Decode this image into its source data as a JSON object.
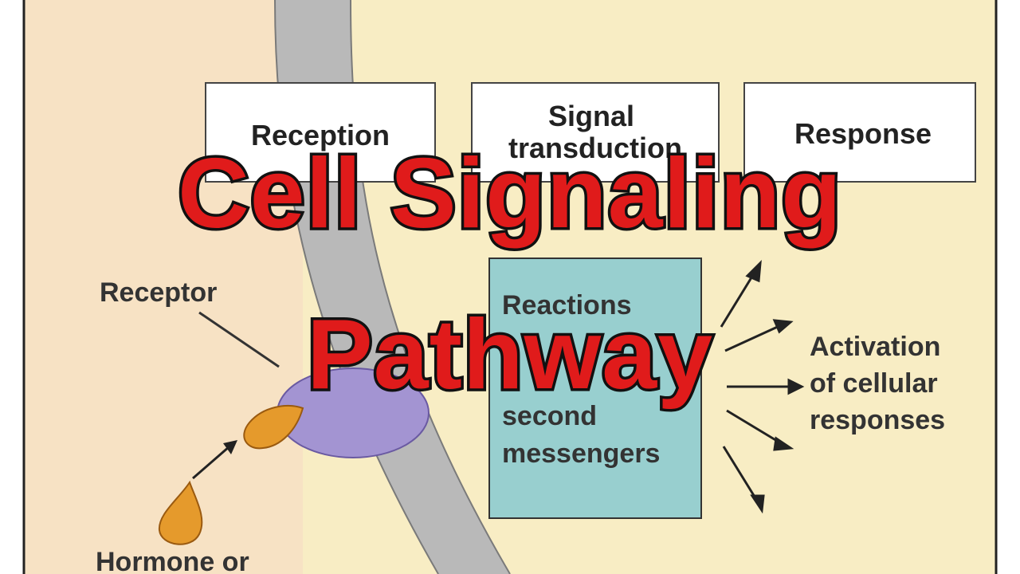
{
  "diagram": {
    "stages": [
      "Reception",
      "Signal transduction",
      "Response"
    ],
    "labels": {
      "receptor": "Receptor",
      "ligand": "Hormone or",
      "reactions": [
        "Reactions",
        "second",
        "messengers"
      ],
      "activation": [
        "Activation",
        "of cellular",
        "responses"
      ]
    },
    "colors": {
      "outside": "#f7e2c4",
      "inside": "#f8edc4",
      "membrane": "#b9b9b9",
      "receptor": "#a394d2",
      "ligand": "#e59a2c",
      "transduction_box": "#98cfcf"
    }
  },
  "overlay": {
    "line1": "Cell Signaling",
    "line2": "Pathway",
    "fill": "#e01b1b",
    "stroke": "#111111"
  }
}
